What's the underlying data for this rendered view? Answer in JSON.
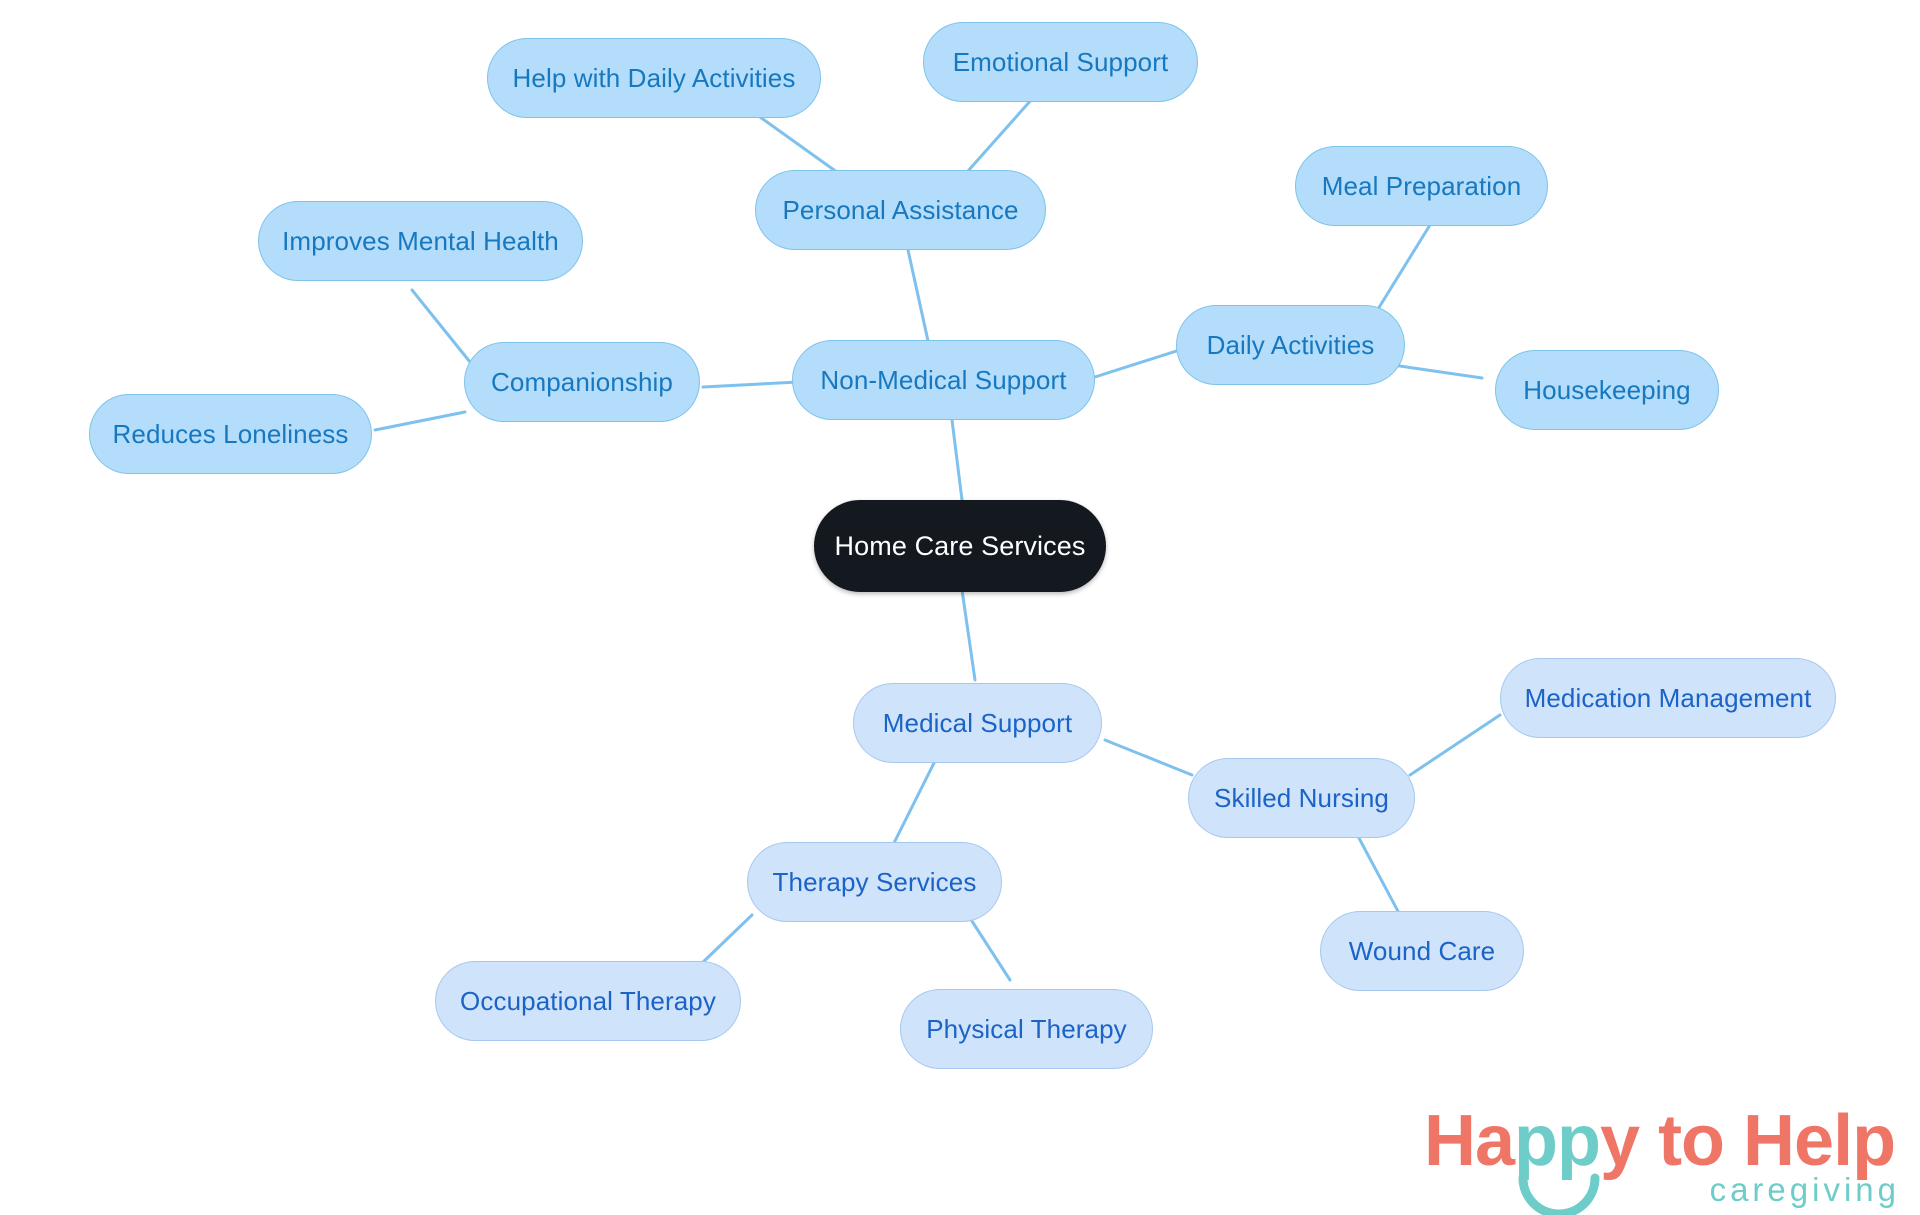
{
  "diagram": {
    "type": "mindmap",
    "title": "Home Care Services",
    "palette": {
      "root_fill": "#14181f",
      "root_text": "#ffffff",
      "branch_a_fill": "#b3ddfa",
      "branch_a_text": "#1878bf",
      "branch_b_fill": "#cfe3fb",
      "branch_b_text": "#1b63c6",
      "edge": "#7ec0ee",
      "background": "#ffffff"
    }
  },
  "nodes": {
    "root": {
      "label": "Home Care Services"
    },
    "non_medical": {
      "label": "Non-Medical Support"
    },
    "personal_assistance": {
      "label": "Personal Assistance"
    },
    "help_daily_activities": {
      "label": "Help with Daily Activities"
    },
    "emotional_support": {
      "label": "Emotional Support"
    },
    "companionship": {
      "label": "Companionship"
    },
    "improves_mental_health": {
      "label": "Improves Mental Health"
    },
    "reduces_loneliness": {
      "label": "Reduces Loneliness"
    },
    "daily_activities": {
      "label": "Daily Activities"
    },
    "meal_preparation": {
      "label": "Meal Preparation"
    },
    "housekeeping": {
      "label": "Housekeeping"
    },
    "medical": {
      "label": "Medical Support"
    },
    "skilled_nursing": {
      "label": "Skilled Nursing"
    },
    "medication_management": {
      "label": "Medication Management"
    },
    "wound_care": {
      "label": "Wound Care"
    },
    "therapy_services": {
      "label": "Therapy Services"
    },
    "occupational_therapy": {
      "label": "Occupational Therapy"
    },
    "physical_therapy": {
      "label": "Physical Therapy"
    }
  },
  "edges": [
    {
      "from": "root",
      "to": "non_medical"
    },
    {
      "from": "non_medical",
      "to": "personal_assistance"
    },
    {
      "from": "personal_assistance",
      "to": "help_daily_activities"
    },
    {
      "from": "personal_assistance",
      "to": "emotional_support"
    },
    {
      "from": "non_medical",
      "to": "companionship"
    },
    {
      "from": "companionship",
      "to": "improves_mental_health"
    },
    {
      "from": "companionship",
      "to": "reduces_loneliness"
    },
    {
      "from": "non_medical",
      "to": "daily_activities"
    },
    {
      "from": "daily_activities",
      "to": "meal_preparation"
    },
    {
      "from": "daily_activities",
      "to": "housekeeping"
    },
    {
      "from": "root",
      "to": "medical"
    },
    {
      "from": "medical",
      "to": "skilled_nursing"
    },
    {
      "from": "skilled_nursing",
      "to": "medication_management"
    },
    {
      "from": "skilled_nursing",
      "to": "wound_care"
    },
    {
      "from": "medical",
      "to": "therapy_services"
    },
    {
      "from": "therapy_services",
      "to": "occupational_therapy"
    },
    {
      "from": "therapy_services",
      "to": "physical_therapy"
    }
  ],
  "logo": {
    "word_happy": "Happy",
    "word_pp": "pp",
    "word_to_help": " to Help",
    "tagline": "caregiving",
    "coral": "#ef7667",
    "teal": "#6ecdc9"
  }
}
